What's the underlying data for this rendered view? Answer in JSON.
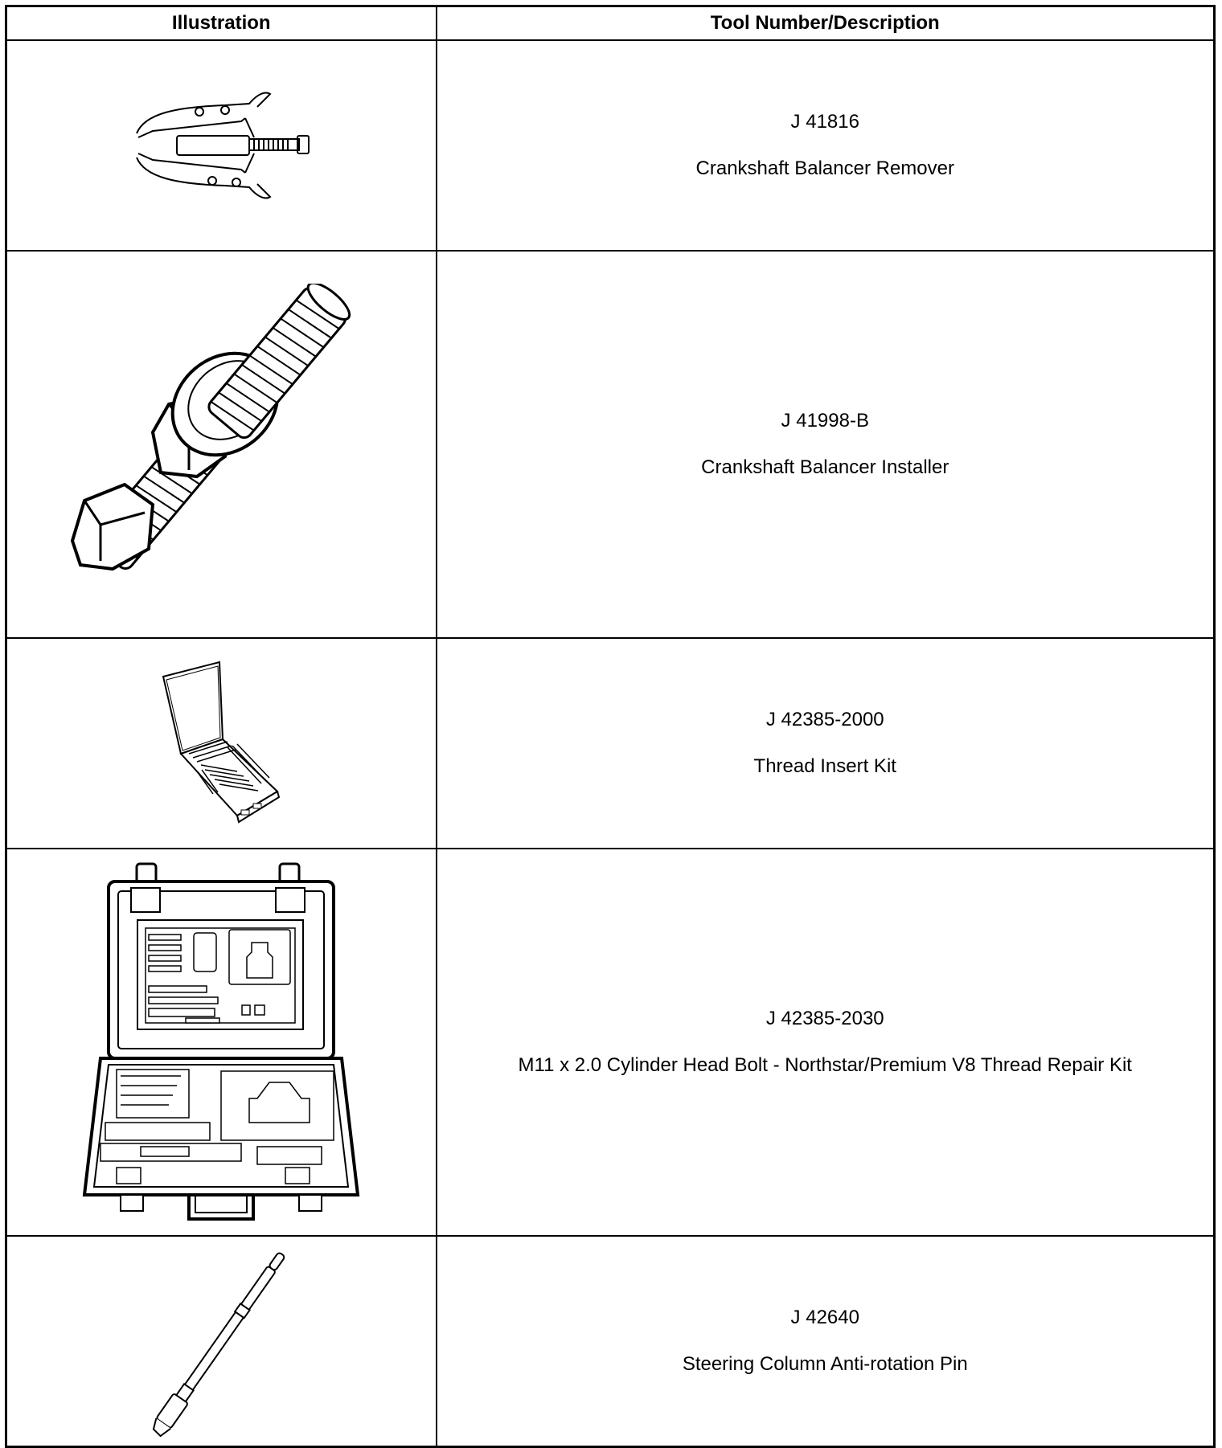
{
  "table": {
    "headers": {
      "illustration": "Illustration",
      "tool": "Tool Number/Description"
    },
    "rows": [
      {
        "tool_number": "J 41816",
        "description": "Crankshaft Balancer Remover",
        "icon": "puller-icon"
      },
      {
        "tool_number": "J 41998-B",
        "description": "Crankshaft Balancer Installer",
        "icon": "threaded-bolt-icon"
      },
      {
        "tool_number": "J 42385-2000",
        "description": "Thread Insert Kit",
        "icon": "thread-insert-kit-icon"
      },
      {
        "tool_number": "J 42385-2030",
        "description": "M11 x 2.0 Cylinder Head Bolt - Northstar/Premium V8 Thread Repair Kit",
        "icon": "tool-case-icon"
      },
      {
        "tool_number": "J 42640",
        "description": "Steering Column Anti-rotation Pin",
        "icon": "pin-icon"
      }
    ]
  }
}
